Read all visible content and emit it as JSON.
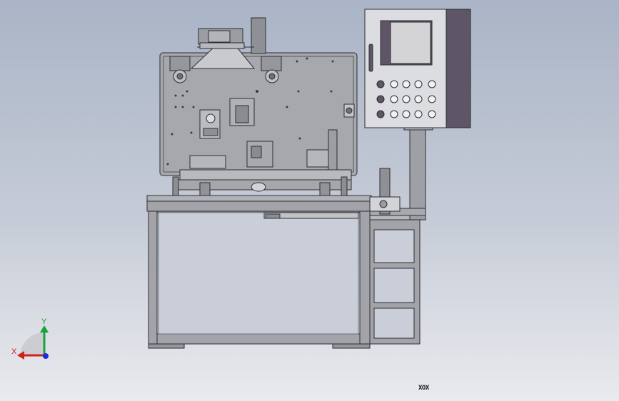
{
  "viewport": {
    "background_top": "#a9b4c6",
    "background_bottom": "#e9eaee"
  },
  "triad": {
    "x_label": "X",
    "y_label": "Y",
    "x_color": "#d0201c",
    "y_color": "#19a23a",
    "z_color": "#1c2fd6"
  },
  "cursor_marker": {
    "label": "XOX"
  },
  "colors": {
    "panel_body": "#dcdde0",
    "panel_side": "#5e5566",
    "screen": "#d4d3d6",
    "screen_frame": "#5e5566",
    "frame_steel": "#a2a4aa",
    "line": "#2d2d33"
  },
  "control_panel": {
    "button_rows": 3,
    "buttons_per_row": 5
  }
}
